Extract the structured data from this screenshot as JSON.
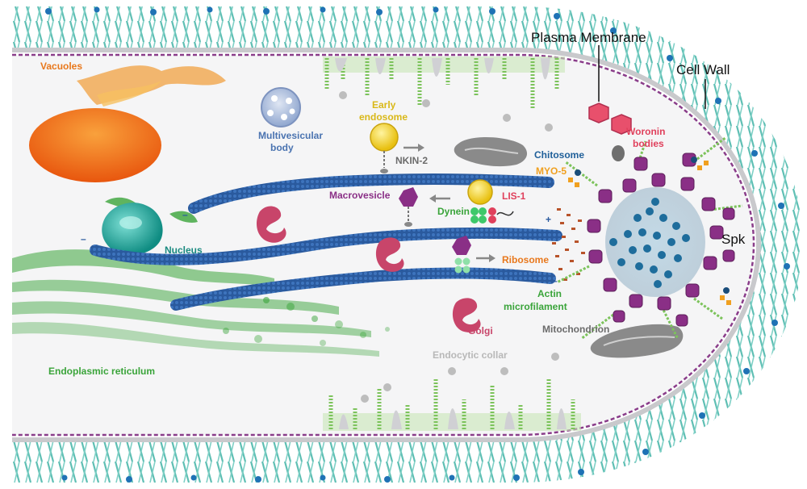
{
  "labels": {
    "plasma_membrane": "Plasma Membrane",
    "cell_wall": "Cell Wall",
    "vacuoles": "Vacuoles",
    "multivesicular_line1": "Multivesicular",
    "multivesicular_line2": "body",
    "early_endosome_line1": "Early",
    "early_endosome_line2": "endosome",
    "nkin2": "NKIN-2",
    "chitosome": "Chitosome",
    "woronin_line1": "Woronin",
    "woronin_line2": "bodies",
    "myo5": "MYO-5",
    "macrovesicle": "Macrovesicle",
    "dynein": "Dynein",
    "lis1": "LIS-1",
    "nucleus": "Nucleus",
    "ribosome": "Ribosome",
    "spk": "Spk",
    "actin_line1": "Actin",
    "actin_line2": "microfilament",
    "golgi": "Golgi",
    "mitochondrion": "Mitochondrion",
    "endocytic_collar": "Endocytic collar",
    "er": "Endoplasmic reticulum",
    "plus1": "+",
    "plus2": "+",
    "minus1": "–",
    "minus2": "–",
    "minus3": "–"
  },
  "colors": {
    "cell_wall": "#5fbfb4",
    "wall_dots": "#1f72b5",
    "membrane": "#8a3d8a",
    "cytoplasm": "#efeff0",
    "microtubule": "#2a5a9e",
    "er": "#3aa43a",
    "vacuole": "#f08a1e",
    "nucleus": "#1aa59a",
    "early_endosome": "#f2d21a",
    "macrovesicle": "#8a2f86",
    "woronin": "#e8506c",
    "golgi": "#c8456a",
    "mitochondrion": "#7a7a7a",
    "ribosome": "#b8532a",
    "spk_core": "#1e6d9c",
    "label_orange": "#e8781c",
    "label_blue": "#4a73b0",
    "label_yellow": "#d9b818",
    "label_gray": "#6b6b6b",
    "label_purple": "#8a2f86",
    "label_green": "#3aa43a",
    "label_red": "#e0405c",
    "label_lightgray": "#b8b8b8"
  }
}
